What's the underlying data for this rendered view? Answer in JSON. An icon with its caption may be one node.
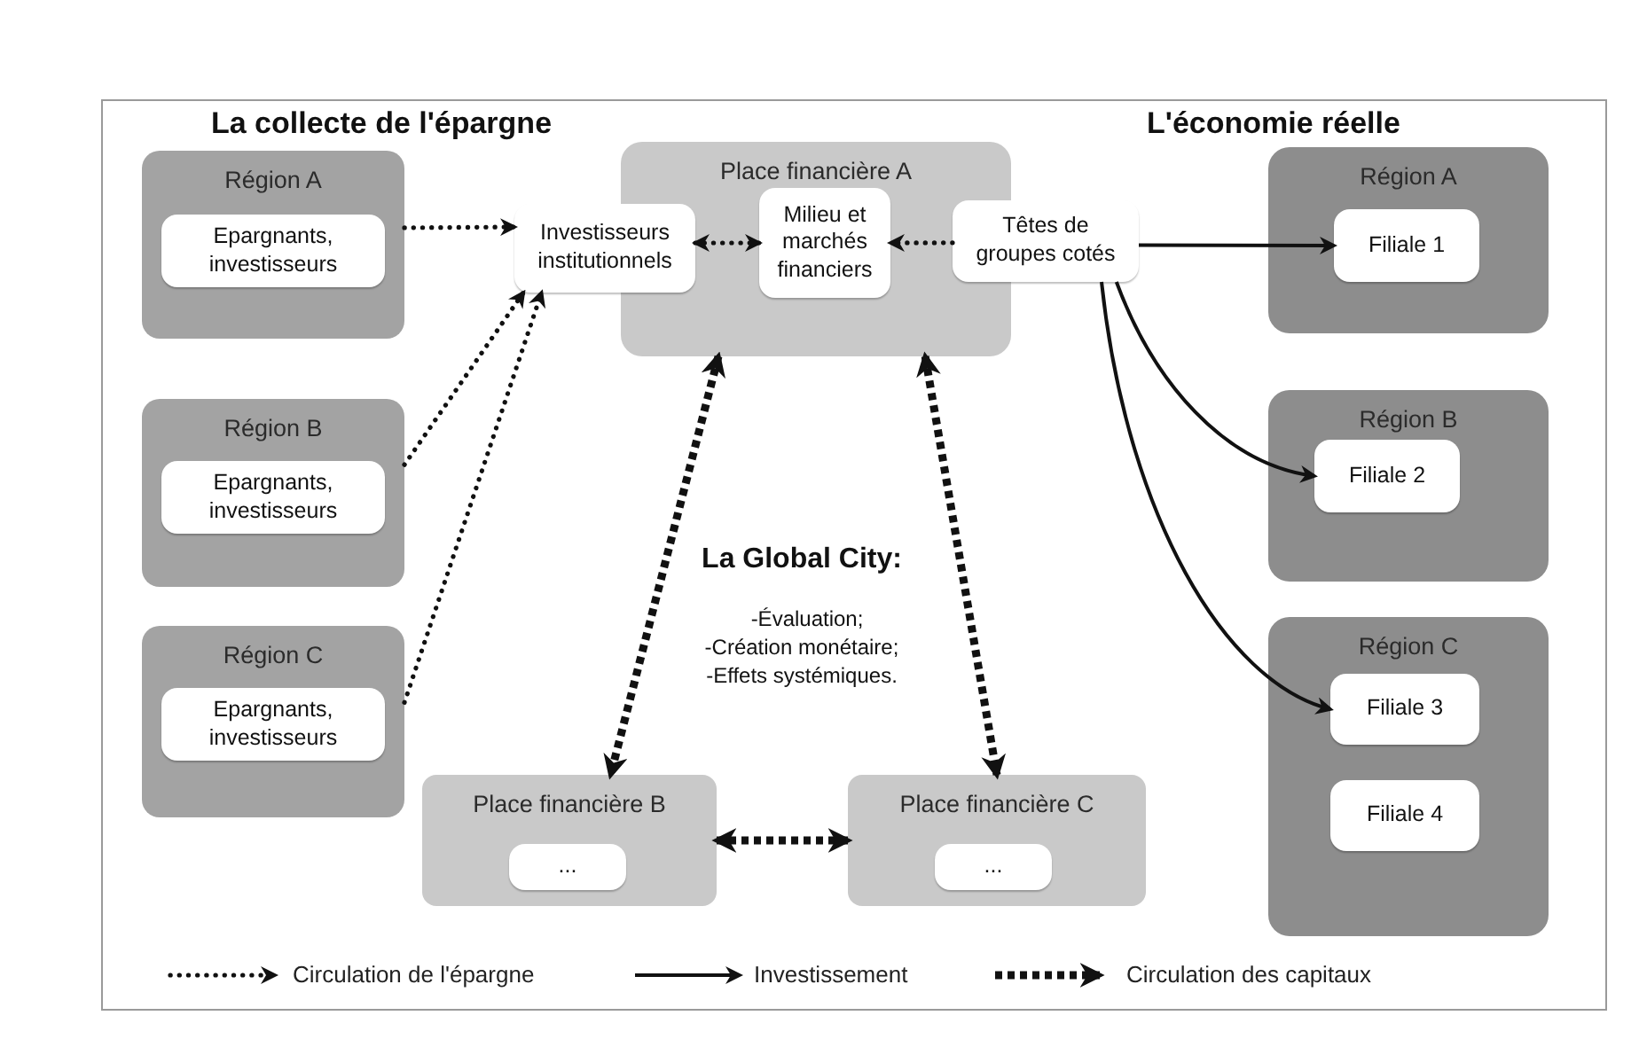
{
  "diagram": {
    "nodes": [
      {
        "text": [
          "Région A"
        ]
      },
      {
        "text": [
          "Epargnants, investisseurs"
        ],
        "in": 0
      },
      {
        "text": [
          "Région B"
        ]
      },
      {
        "text": [
          "Epargnants, investisseurs"
        ],
        "in": 2
      },
      {
        "text": [
          "Région C"
        ]
      },
      {
        "text": [
          "Epargnants, investisseurs"
        ],
        "in": 4
      },
      {
        "text": [
          "Place financière A"
        ]
      },
      {
        "text": [
          "Investisseurs institutionnels"
        ]
      },
      {
        "text": [
          "Milieu et marchés financiers"
        ],
        "in": 6
      },
      {
        "text": [
          "Têtes de groupes cotés"
        ]
      },
      {
        "text": [
          "Région A"
        ]
      },
      {
        "text": [
          "Filiale 1"
        ],
        "in": 10
      },
      {
        "text": [
          "Région B"
        ]
      },
      {
        "text": [
          "Filiale 2"
        ],
        "in": 12
      },
      {
        "text": [
          "Région C"
        ]
      },
      {
        "text": [
          "Filiale 3"
        ],
        "in": 14
      },
      {
        "text": [
          "Filiale 4"
        ],
        "in": 14
      },
      {
        "text": [
          "Place financière B"
        ]
      },
      {
        "text": [
          "..."
        ],
        "in": 17
      },
      {
        "text": [
          "Place financière C"
        ]
      },
      {
        "text": [
          "..."
        ],
        "in": 19
      }
    ],
    "edges": [
      {
        "from": 0,
        "to": 7,
        "arrow": "to",
        "style": "dashed"
      },
      {
        "from": 2,
        "to": 7,
        "arrow": "to",
        "style": "dashed"
      },
      {
        "from": 4,
        "to": 7,
        "arrow": "to",
        "style": "dashed"
      },
      {
        "from": 7,
        "to": 8,
        "arrow": "both",
        "style": "dashed"
      },
      {
        "from": 9,
        "to": 8,
        "arrow": "to",
        "style": "dashed"
      },
      {
        "from": 9,
        "to": 11,
        "arrow": "to"
      },
      {
        "from": 9,
        "to": 13,
        "arrow": "to"
      },
      {
        "from": 9,
        "to": 15,
        "arrow": "to"
      },
      {
        "from": 6,
        "to": 17,
        "arrow": "both",
        "style": "dashed"
      },
      {
        "from": 6,
        "to": 19,
        "arrow": "both",
        "style": "dashed"
      },
      {
        "from": 17,
        "to": 19,
        "arrow": "both",
        "style": "dashed"
      }
    ],
    "labels": [
      "La collecte de l'épargne",
      "L'économie réelle",
      "La Global City:",
      "-Évaluation;",
      "-Création monétaire;",
      "-Effets systémiques."
    ],
    "legend": [
      {
        "text": "Circulation de l'épargne"
      },
      {
        "text": "Investissement"
      },
      {
        "text": "Circulation des capitaux"
      }
    ]
  }
}
